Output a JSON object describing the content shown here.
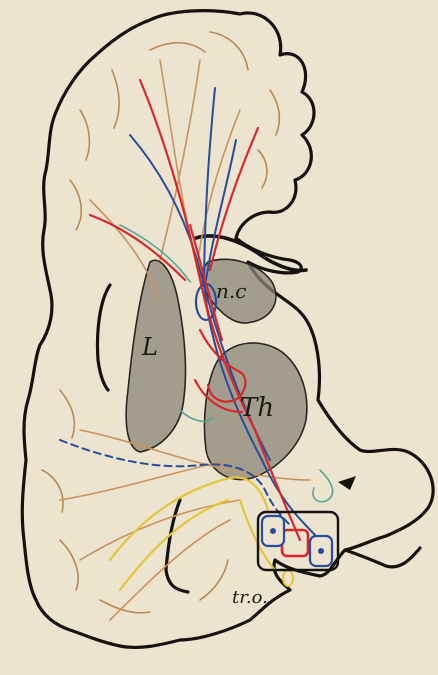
{
  "labels": {
    "nc": "n.c",
    "l": "L",
    "th": "Th",
    "tro": "tr.o."
  },
  "colors": {
    "paper": "#ece4cf",
    "outline": "#16130f",
    "red_fibers": "#d8282b",
    "blue_fibers": "#274d9c",
    "tan_fibers": "#c9935f",
    "yellow_fibers": "#e3c73a",
    "teal_fibers": "#5aa39a",
    "nucleus_fill": "#8b8578"
  }
}
